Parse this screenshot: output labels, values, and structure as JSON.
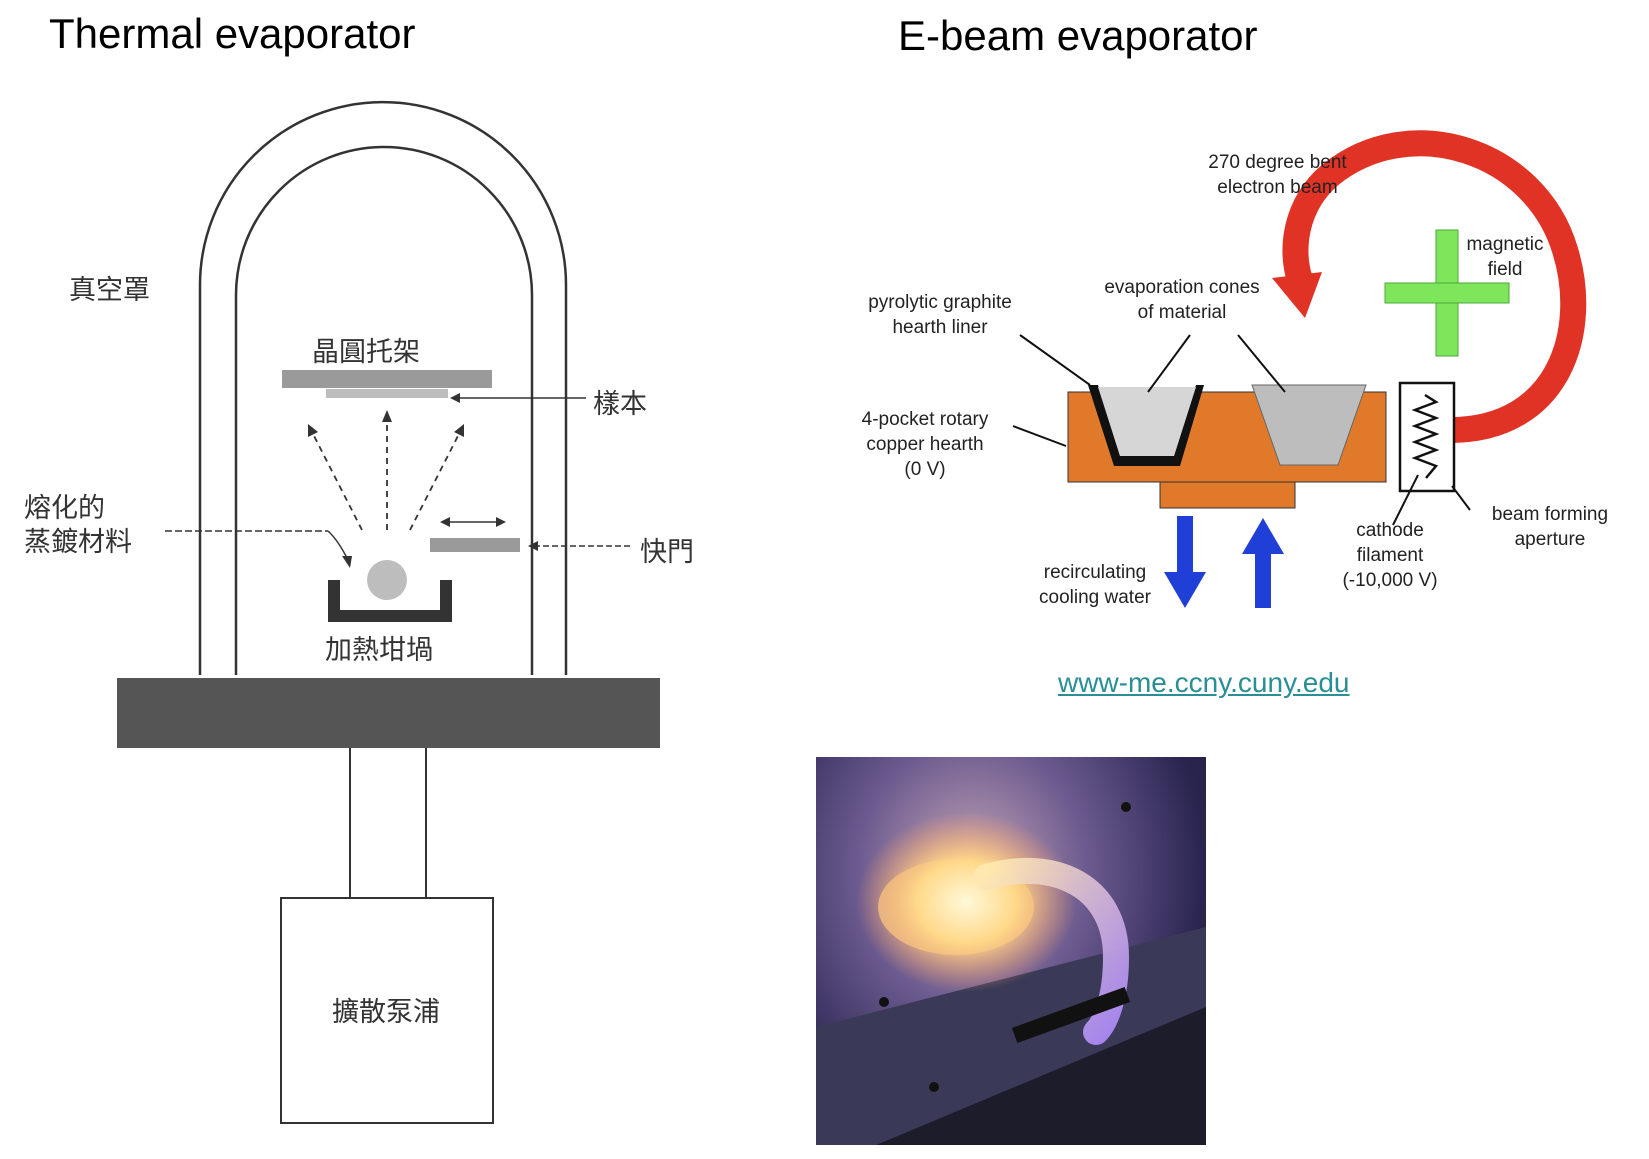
{
  "thermal": {
    "title": "Thermal evaporator",
    "labels": {
      "bell_jar": "真空罩",
      "wafer_holder": "晶圓托架",
      "sample": "樣本",
      "molten_material_line1": "熔化的",
      "molten_material_line2": "蒸鍍材料",
      "shutter": "快門",
      "crucible": "加熱坩堝",
      "diffusion_pump": "擴散泵浦"
    }
  },
  "ebeam": {
    "title": "E-beam evaporator",
    "labels": {
      "beam_line1": "270 degree bent",
      "beam_line2": "electron beam",
      "magnetic_line1": "magnetic",
      "magnetic_line2": "field",
      "liner_line1": "pyrolytic graphite",
      "liner_line2": "hearth liner",
      "cones_line1": "evaporation cones",
      "cones_line2": "of material",
      "hearth_line1": "4-pocket rotary",
      "hearth_line2": "copper hearth",
      "hearth_line3": "(0 V)",
      "aperture_line1": "beam forming",
      "aperture_line2": "aperture",
      "cathode_line1": "cathode",
      "cathode_line2": "filament",
      "cathode_line3": "(-10,000 V)",
      "water_line1": "recirculating",
      "water_line2": "cooling water"
    },
    "source_link": "www-me.ccny.cuny.edu",
    "colors": {
      "beam": "#e03325",
      "field": "#7ee65a",
      "hearth": "#e07a2a",
      "water_arrow": "#1f3fd6",
      "cone": "#c8c8c8",
      "link": "#2a8f94"
    }
  }
}
